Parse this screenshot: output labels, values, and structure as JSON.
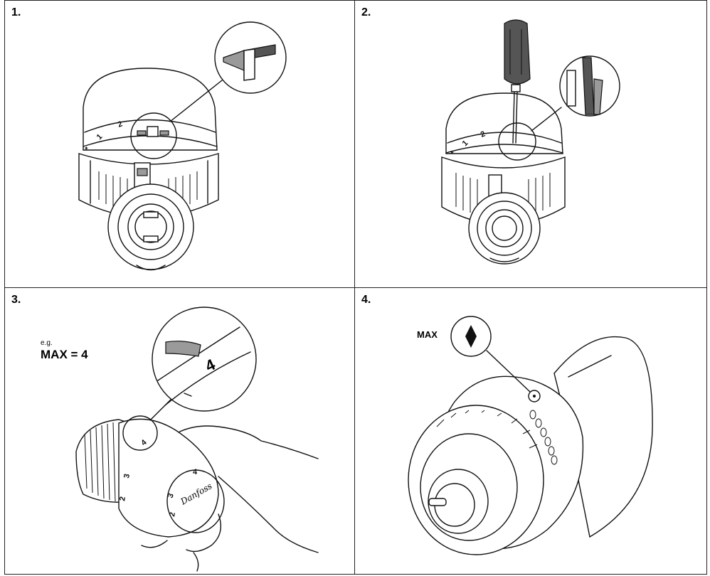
{
  "steps": [
    {
      "number": "1."
    },
    {
      "number": "2."
    },
    {
      "number": "3."
    },
    {
      "number": "4."
    }
  ],
  "step3": {
    "eg_label": "e.g.",
    "max_label": "MAX = 4"
  },
  "step4": {
    "max_label": "MAX"
  },
  "dial_marks": {
    "one": "1",
    "two": "2",
    "three": "3",
    "four": "4",
    "star": "*"
  },
  "brand_script": "Danfoss"
}
